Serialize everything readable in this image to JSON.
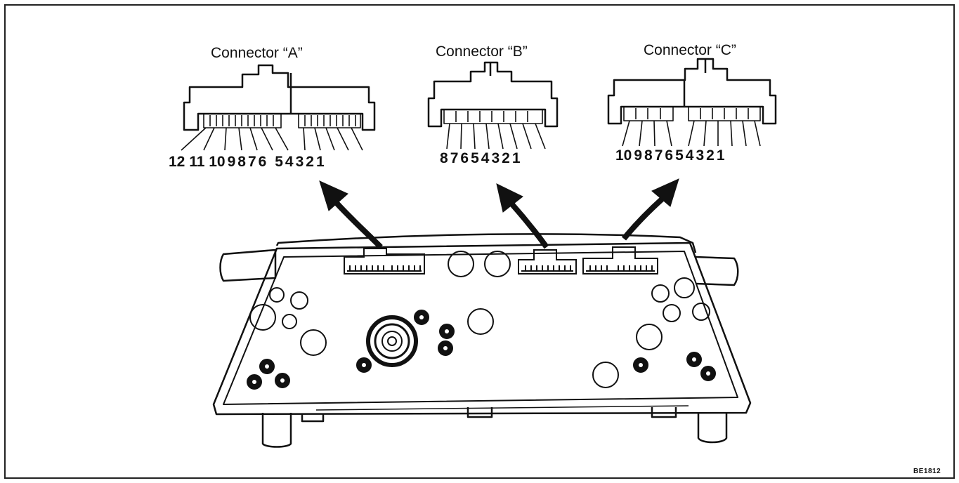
{
  "connectors": [
    {
      "title": "Connector “A”",
      "pins": [
        "12",
        "11",
        "10",
        "9",
        "8",
        "7",
        "6",
        "5",
        "4",
        "3",
        "2",
        "1"
      ]
    },
    {
      "title": "Connector “B”",
      "pins": [
        "8",
        "7",
        "6",
        "5",
        "4",
        "3",
        "2",
        "1"
      ]
    },
    {
      "title": "Connector “C”",
      "pins": [
        "10",
        "9",
        "8",
        "7",
        "6",
        "5",
        "4",
        "3",
        "2",
        "1"
      ]
    }
  ],
  "figure_code": "BE1812",
  "colors": {
    "line": "#111111",
    "background": "#ffffff"
  }
}
